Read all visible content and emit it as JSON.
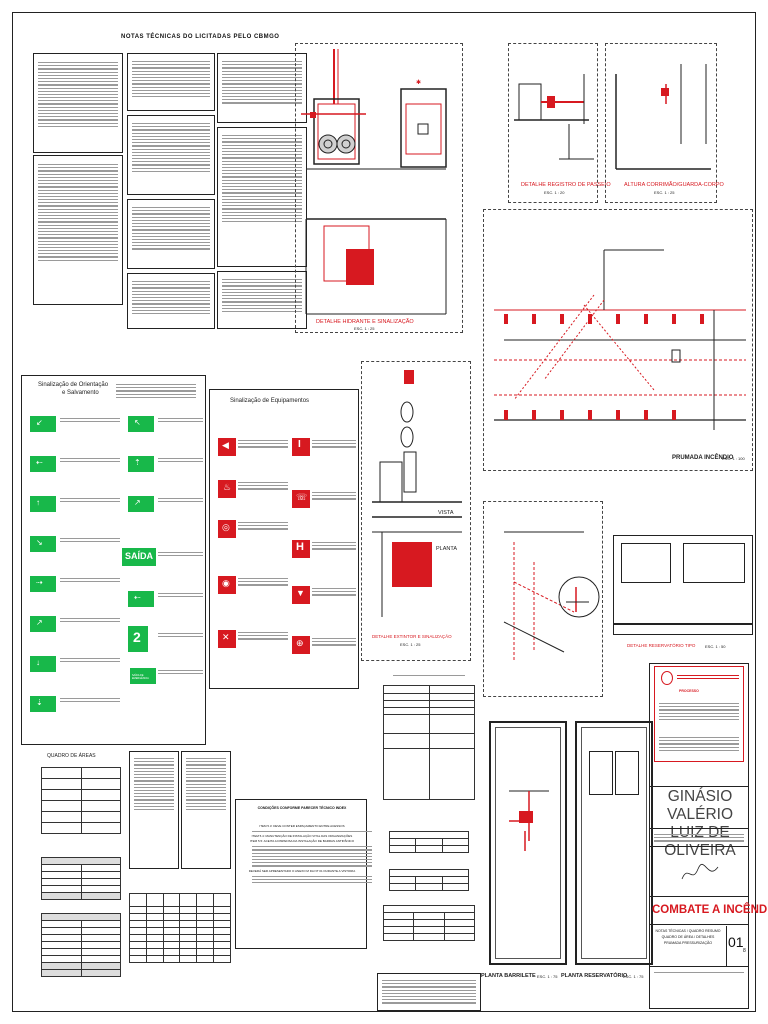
{
  "notes": {
    "title": "NOTAS TÉCNICAS DO LICITADAS PELO CBMGO"
  },
  "hydrant": {
    "caption": "DETALHE HIDRANTE E SINALIZAÇÃO",
    "scale": "ESC. 1 : 25"
  },
  "valve": {
    "caption": "DETALHE REGISTRO DE PASSEIO",
    "scale": "ESC. 1 : 20"
  },
  "guardrail": {
    "caption": "ALTURA CORRIMÃO/GUARDA-CORPO",
    "scale": "ESC. 1 : 25"
  },
  "riser": {
    "caption": "PRUMADA INCÊNDIO",
    "scale": "ESC. 1 : 100"
  },
  "orientation": {
    "title_line1": "Sinalização de Orientação",
    "title_line2": "e Salvamento",
    "exit_text": "SAÍDA",
    "number_text": "2",
    "small_exit_text": "SAÍDA DE EMERGÊNCIA"
  },
  "equipment": {
    "title": "Sinalização de Equipamentos"
  },
  "extinguisher": {
    "view_label": "VISTA",
    "plan_label": "PLANTA",
    "caption": "DETALHE EXTINTOR E SINALIZAÇÃO",
    "scale": "ESC. 1 : 25"
  },
  "reservoir": {
    "caption": "DETALHE RESERVATÓRIO TIPO",
    "scale": "ESC. 1 : 50"
  },
  "areas": {
    "title": "QUADRO DE ÁREAS"
  },
  "conditions": {
    "title": "CONDIÇÕES CONFORME PARECER TÉCNICO INDEX",
    "lines": [
      "ITEM 5.3: DEVE CONTER ESPAÇAMENTO ENTRE ACESSOS",
      "ITEM 5.4: MANUTENÇÃO DE INSTALAÇÃO VITAL DAS ORGANIZAÇÕES",
      "ITEM 5.5: ACEITA A DISPENSA DA INSTALAÇÃO DE BARRAS ANTIPÂNICO",
      "DEVERÁ SER APRESENTADO O ANEXO M DA NT 01 DURANTE A VISTORIA"
    ]
  },
  "plans": {
    "attic_label": "PLANTA BARRILETE",
    "attic_scale": "ESC. 1 : 75",
    "tank_label": "PLANTA RESERVATÓRIO",
    "tank_scale": "ESC. 1 : 75"
  },
  "title_block": {
    "approval_text": "PROCESSO",
    "project_name_line1": "GINÁSIO VALÉRIO",
    "project_name_line2": "LUIZ DE OLIVEIRA",
    "discipline": "COMBATE A INCÊNDIO",
    "desc_line1": "NOTAS TÉCNICAS / QUADRO RESUMO",
    "desc_line2": "QUADRO DE ÁREA / DETALHES",
    "desc_line3": "PRUMADA PRESSURIZAÇÃO",
    "sheet_number": "01",
    "sheet_total": "8"
  },
  "colors": {
    "accent_red": "#d71920",
    "signal_green": "#18b84a",
    "line": "#222222"
  }
}
